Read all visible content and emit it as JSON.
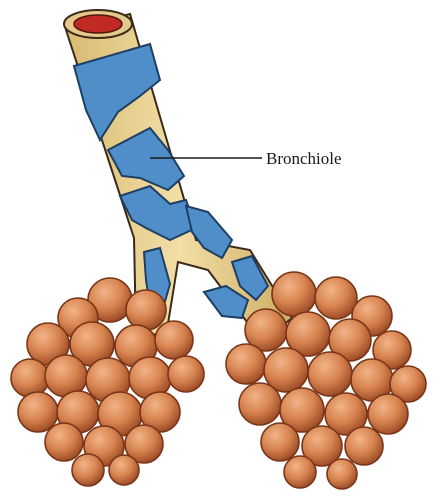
{
  "diagram": {
    "label": "Bronchiole",
    "colors": {
      "background": "#ffffff",
      "tube_tan": "#e9d193",
      "tube_shade": "#c9ab62",
      "vessel_blue": "#4f8ec9",
      "vessel_outline": "#1e3f63",
      "lumen_red": "#c12a23",
      "alveolus_fill": "#d6834f",
      "alveolus_highlight": "#f0ad7e",
      "alveolus_shadow": "#8a3f1f",
      "outline": "#3b2a18"
    },
    "parts": [
      "bronchiole",
      "blood-vessel",
      "alveolar-sac-left",
      "alveolar-sac-right"
    ]
  }
}
